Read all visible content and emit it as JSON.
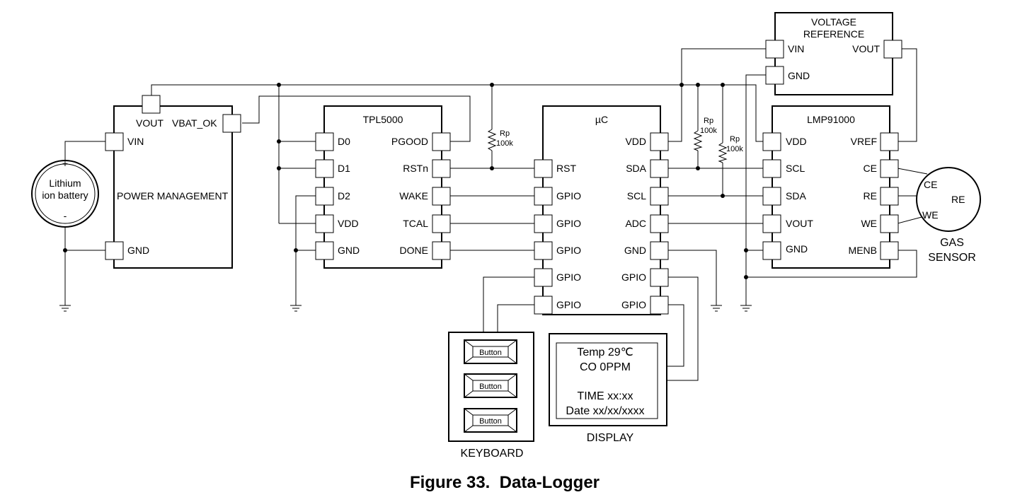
{
  "caption": "Figure 33.  Data-Logger",
  "battery": {
    "line1": "Lithium",
    "line2": "ion battery",
    "plus": "+",
    "minus": "-"
  },
  "power_management": {
    "name": "POWER MANAGEMENT",
    "pins": {
      "vout": "VOUT",
      "vbat_ok": "VBAT_OK",
      "vin": "VIN",
      "gnd": "GND"
    }
  },
  "tpl5000": {
    "name": "TPL5000",
    "left_pins": [
      "D0",
      "D1",
      "D2",
      "VDD",
      "GND"
    ],
    "right_pins": [
      "PGOOD",
      "RSTn",
      "WAKE",
      "TCAL",
      "DONE"
    ]
  },
  "uc": {
    "name": "µC",
    "left_pins": [
      "RST",
      "GPIO",
      "GPIO",
      "GPIO",
      "GPIO",
      "GPIO"
    ],
    "right_pins": [
      "VDD",
      "SDA",
      "SCL",
      "ADC",
      "GND",
      "GPIO",
      "GPIO"
    ]
  },
  "voltage_reference": {
    "line1": "VOLTAGE",
    "line2": "REFERENCE",
    "pins": {
      "vin": "VIN",
      "vout": "VOUT",
      "gnd": "GND"
    }
  },
  "lmp91000": {
    "name": "LMP91000",
    "left_pins": [
      "VDD",
      "SCL",
      "SDA",
      "VOUT",
      "GND"
    ],
    "right_pins": [
      "VREF",
      "CE",
      "RE",
      "WE",
      "MENB"
    ]
  },
  "resistors": [
    {
      "name": "Rp",
      "value": "100k"
    },
    {
      "name": "Rp",
      "value": "100k"
    },
    {
      "name": "Rp",
      "value": "100k"
    }
  ],
  "gas_sensor": {
    "line1": "GAS",
    "line2": "SENSOR",
    "pins": [
      "CE",
      "RE",
      "WE"
    ]
  },
  "keyboard": {
    "label": "KEYBOARD",
    "buttons": [
      "Button",
      "Button",
      "Button"
    ]
  },
  "display": {
    "label": "DISPLAY",
    "lines": [
      "Temp 29℃",
      "CO 0PPM",
      "",
      "TIME xx:xx",
      "Date xx/xx/xxxx"
    ]
  }
}
